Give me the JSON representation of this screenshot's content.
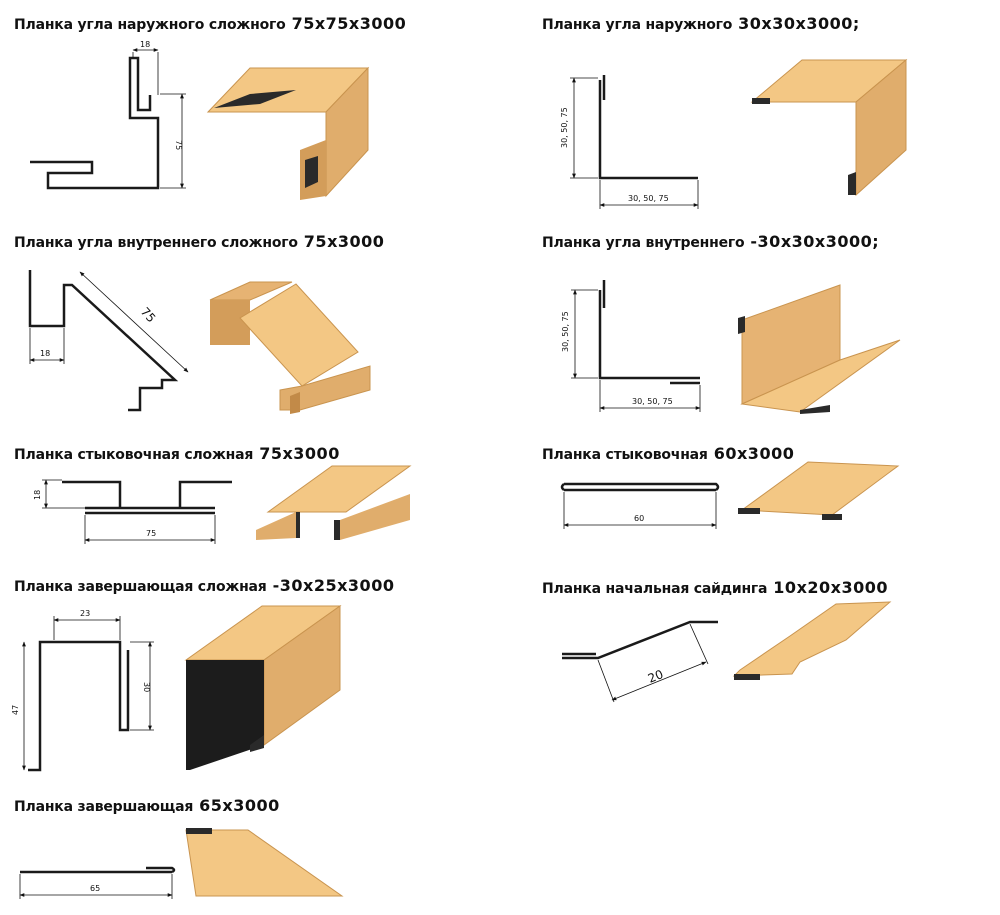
{
  "colors": {
    "face": "#f3c784",
    "face_dark": "#d9a566",
    "shade": "#2a2a2a",
    "line": "#1a1a1a"
  },
  "items": [
    {
      "title": "Планка угла наружного сложного",
      "size": "75x75x3000",
      "dims": [
        "18",
        "75"
      ]
    },
    {
      "title": "Планка угла наружного",
      "size": "30x30x3000;",
      "dims": [
        "30, 50, 75",
        "30, 50, 75"
      ]
    },
    {
      "title": "Планка угла внутреннего сложного",
      "size": "75x3000",
      "dims": [
        "18",
        "75"
      ]
    },
    {
      "title": "Планка угла внутреннего",
      "size": "-30x30x3000;",
      "dims": [
        "30, 50, 75",
        "30, 50, 75"
      ]
    },
    {
      "title": "Планка стыковочная сложная",
      "size": "75x3000",
      "dims": [
        "18",
        "75"
      ]
    },
    {
      "title": "Планка стыковочная",
      "size": "60x3000",
      "dims": [
        "60"
      ]
    },
    {
      "title": "Планка завершающая сложная",
      "size": "-30x25x3000",
      "dims": [
        "23",
        "30",
        "47"
      ]
    },
    {
      "title": "Планка начальная сайдинга",
      "size": "10x20x3000",
      "dims": [
        "20"
      ]
    },
    {
      "title": "Планка завершающая",
      "size": "65x3000",
      "dims": [
        "65"
      ]
    }
  ]
}
